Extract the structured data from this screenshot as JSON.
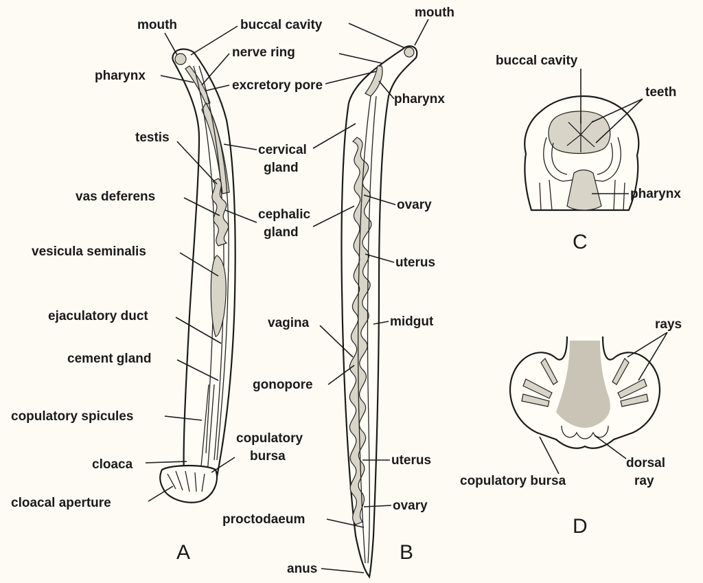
{
  "figures": {
    "A": {
      "panel_label": "A",
      "labels": {
        "mouth": "mouth",
        "buccal_cavity": "buccal cavity",
        "pharynx": "pharynx",
        "nerve_ring": "nerve ring",
        "excretory_pore": "excretory pore",
        "testis": "testis",
        "cervical_gland_1": "cervical",
        "cervical_gland_2": "gland",
        "vas_deferens": "vas deferens",
        "cephalic_gland_1": "cephalic",
        "cephalic_gland_2": "gland",
        "vesicula_seminalis": "vesicula seminalis",
        "ejaculatory_duct": "ejaculatory duct",
        "cement_gland": "cement gland",
        "copulatory_spicules": "copulatory spicules",
        "cloaca": "cloaca",
        "copulatory_bursa_1": "copulatory",
        "copulatory_bursa_2": "bursa",
        "cloacal_aperture": "cloacal aperture"
      }
    },
    "B": {
      "panel_label": "B",
      "labels": {
        "mouth": "mouth",
        "pharynx": "pharynx",
        "ovary_top": "ovary",
        "uterus_top": "uterus",
        "vagina": "vagina",
        "midgut": "midgut",
        "gonopore": "gonopore",
        "uterus_bottom": "uterus",
        "ovary_bottom": "ovary",
        "proctodaeum": "proctodaeum",
        "anus": "anus"
      }
    },
    "C": {
      "panel_label": "C",
      "labels": {
        "buccal_cavity": "buccal cavity",
        "teeth": "teeth",
        "pharynx": "pharynx"
      }
    },
    "D": {
      "panel_label": "D",
      "labels": {
        "rays": "rays",
        "copulatory_bursa": "copulatory bursa",
        "dorsal_ray_1": "dorsal",
        "dorsal_ray_2": "ray"
      }
    }
  }
}
